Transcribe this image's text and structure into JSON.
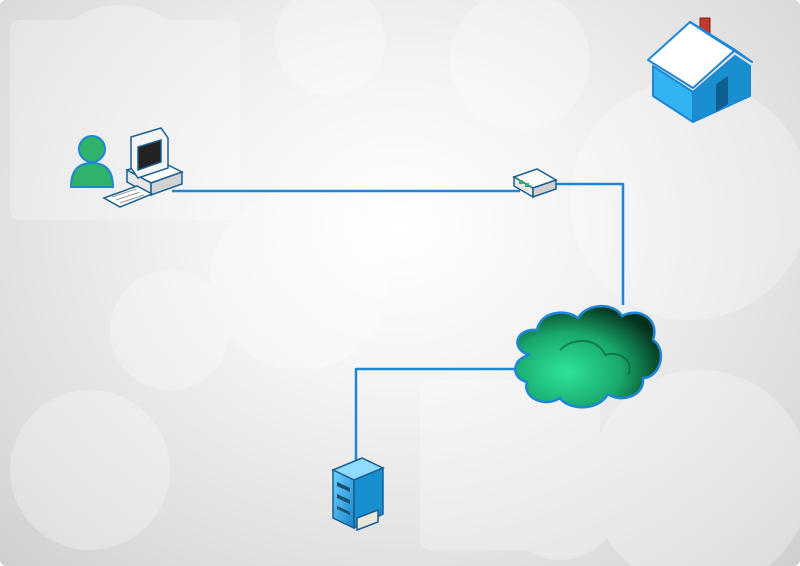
{
  "diagram": {
    "nodes": [
      {
        "id": "user-workstation",
        "icon": "user-workstation-icon"
      },
      {
        "id": "network-switch",
        "icon": "network-switch-icon"
      },
      {
        "id": "internet-cloud",
        "icon": "cloud-icon"
      },
      {
        "id": "server",
        "icon": "server-tower-icon"
      },
      {
        "id": "home",
        "icon": "house-icon"
      }
    ],
    "connections": [
      {
        "from": "user-workstation",
        "to": "network-switch"
      },
      {
        "from": "network-switch",
        "to": "internet-cloud"
      },
      {
        "from": "internet-cloud",
        "to": "server"
      }
    ]
  },
  "colors": {
    "link": "#1f86d6",
    "device_blue": "#2aa7e8",
    "user_green": "#2fb36a",
    "cloud_green": "#1fd08a",
    "house_red": "#c0392b"
  }
}
